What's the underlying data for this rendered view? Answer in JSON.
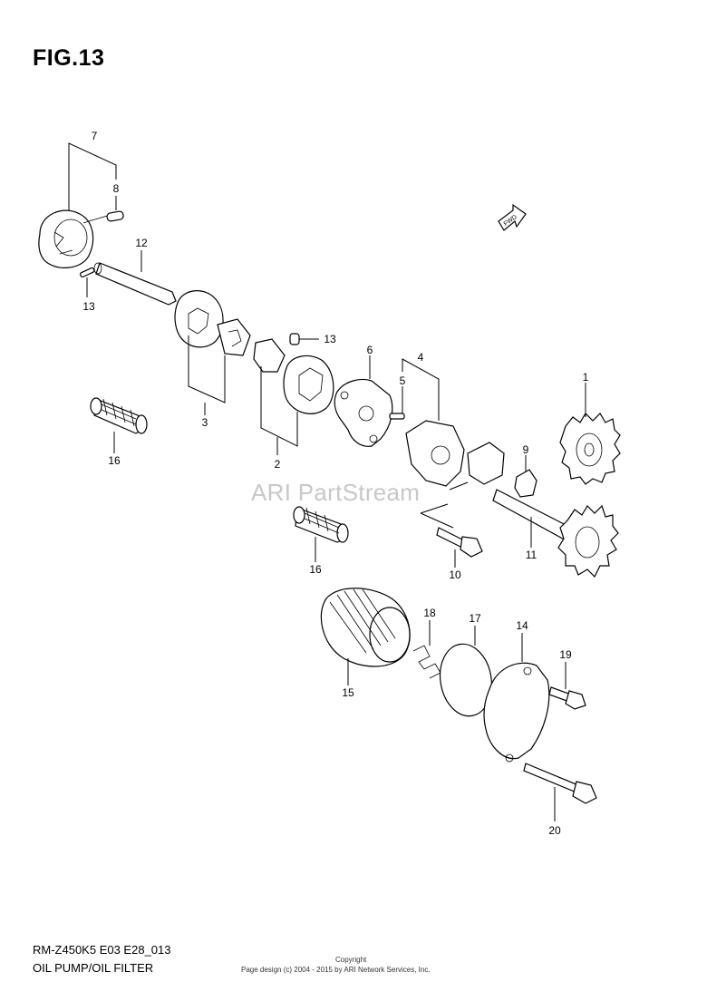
{
  "header": {
    "figure_title": "FIG.13"
  },
  "footer": {
    "model_code": "RM-Z450K5 E03 E28_013",
    "section_name": "OIL PUMP/OIL FILTER",
    "copyright_label": "Copyright",
    "copyright_text": "Page design (c) 2004 - 2015 by ARI Network Services, Inc."
  },
  "watermark": "ARI PartStream",
  "fwd_label": "FWD",
  "callouts": [
    "1",
    "2",
    "3",
    "4",
    "5",
    "6",
    "7",
    "8",
    "9",
    "10",
    "11",
    "12",
    "13",
    "13",
    "14",
    "15",
    "16",
    "16",
    "17",
    "18",
    "19",
    "20"
  ]
}
